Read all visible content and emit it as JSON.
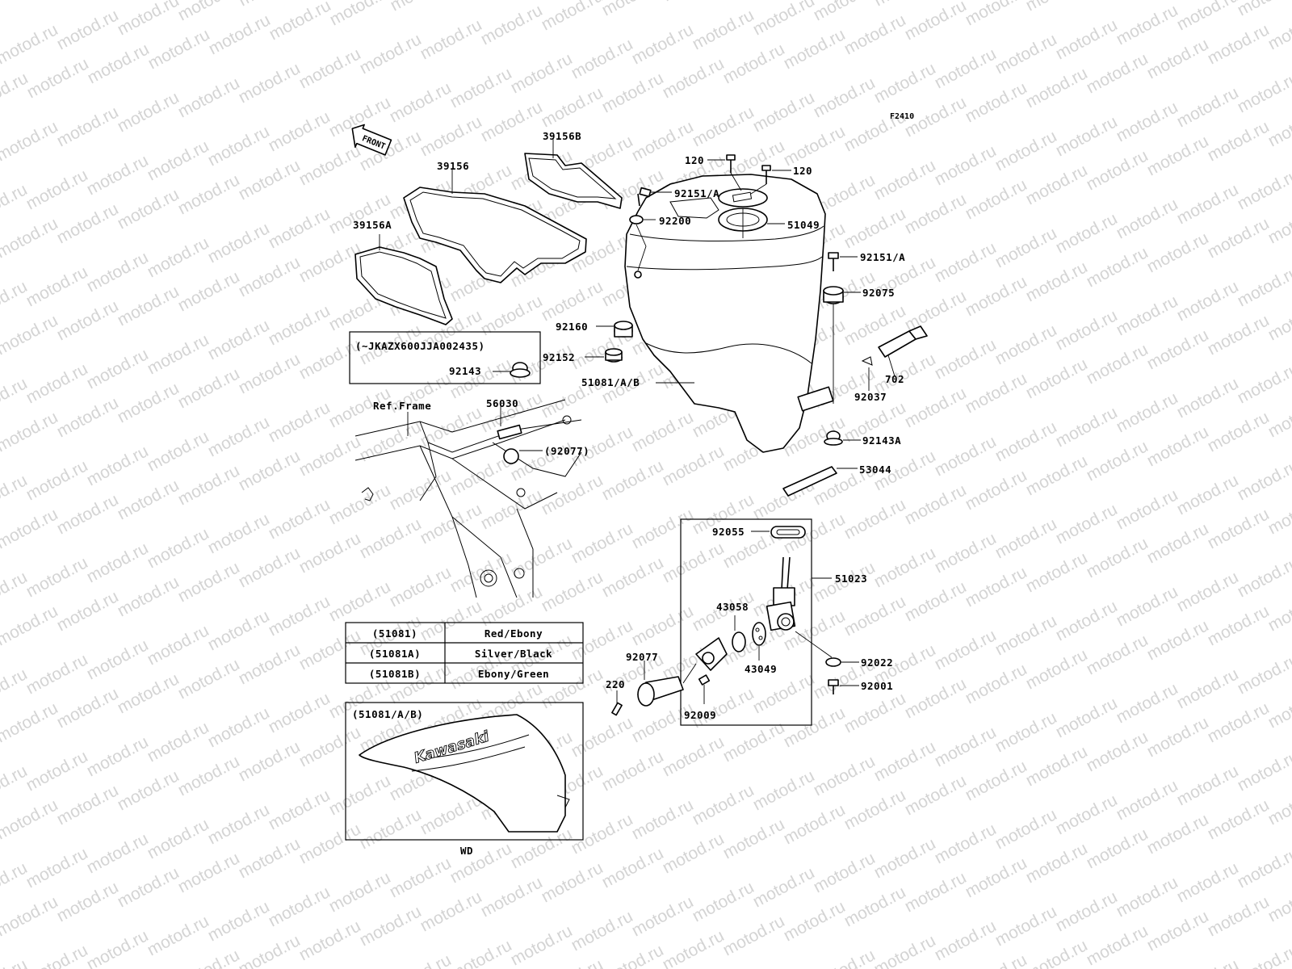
{
  "diagram_code": "F2410",
  "watermark_text": "motod.ru",
  "front_arrow_label": "FRONT",
  "ref_frame_label": "Ref.Frame",
  "serial_note": "(~JKAZX600JJA002435)",
  "logo_text": "Kawasaki",
  "wd_label": "WD",
  "decal_box_label": "(51081/A/B)",
  "color_table": [
    {
      "code": "(51081)",
      "color": "Red/Ebony"
    },
    {
      "code": "(51081A)",
      "color": "Silver/Black"
    },
    {
      "code": "(51081B)",
      "color": "Ebony/Green"
    }
  ],
  "callouts": {
    "p39156B": "39156B",
    "p39156": "39156",
    "p39156A": "39156A",
    "p120a": "120",
    "p120b": "120",
    "p92151A_top": "92151/A",
    "p92200": "92200",
    "p51049": "51049",
    "p92151A_right": "92151/A",
    "p92075": "92075",
    "p92160": "92160",
    "p92152": "92152",
    "p51081AB": "51081/A/B",
    "p702": "702",
    "p92037": "92037",
    "p92143": "92143",
    "p56030": "56030",
    "p92077_ref": "(92077)",
    "p92143A": "92143A",
    "p53044": "53044",
    "p92055": "92055",
    "p51023": "51023",
    "p43058": "43058",
    "p43049": "43049",
    "p92077": "92077",
    "p220": "220",
    "p92009": "92009",
    "p92022": "92022",
    "p92001": "92001"
  }
}
